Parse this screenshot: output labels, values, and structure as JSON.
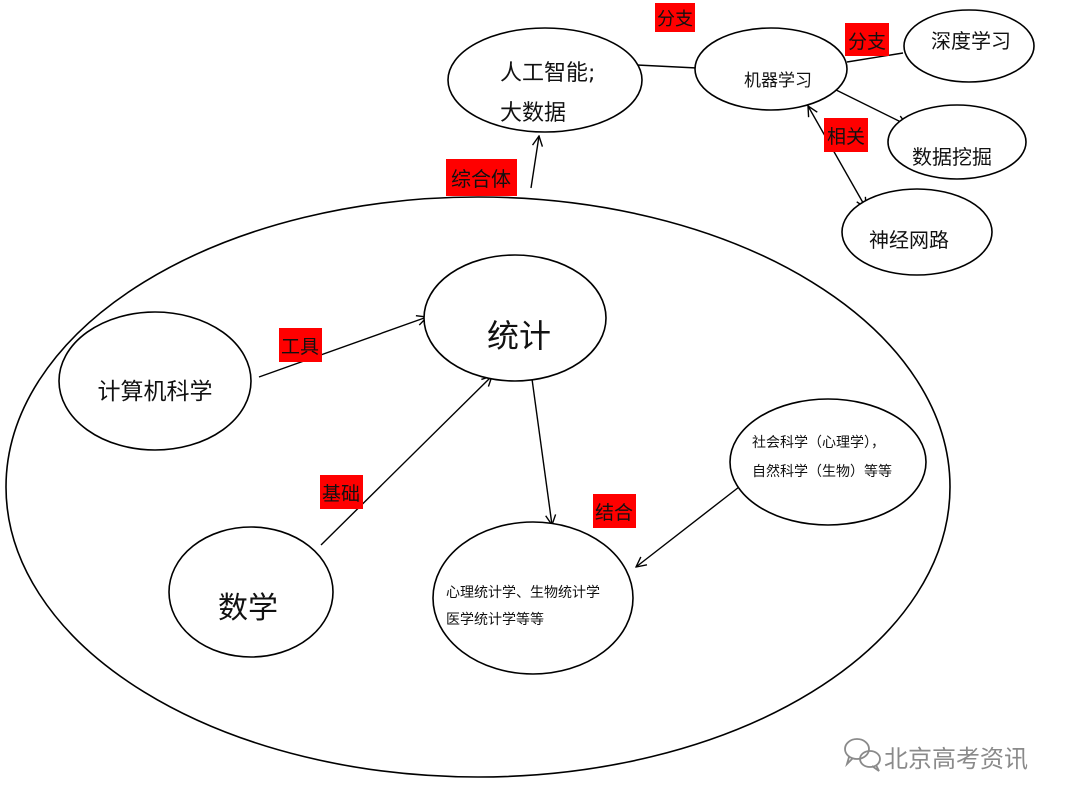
{
  "nodes": {
    "ai_bigdata": {
      "line1": "人工智能;",
      "line2": "大数据"
    },
    "machine_learning": {
      "label": "机器学习"
    },
    "deep_learning": {
      "label": "深度学习"
    },
    "data_mining": {
      "label": "数据挖掘"
    },
    "neural_network": {
      "label": "神经网路"
    },
    "statistics": {
      "label": "统计"
    },
    "computer_science": {
      "label": "计算机科学"
    },
    "mathematics": {
      "label": "数学"
    },
    "social_science": {
      "line1": "社会科学（心理学），",
      "line2": "自然科学（生物）等等"
    },
    "applied_stats": {
      "line1": "心理统计学、生物统计学",
      "line2": "医学统计学等等"
    }
  },
  "tags": {
    "branch_top": "分支",
    "branch_right": "分支",
    "related": "相关",
    "synthesis": "综合体",
    "tool": "工具",
    "foundation": "基础",
    "combine": "结合"
  },
  "watermark": {
    "text": "北京高考资讯"
  },
  "colors": {
    "tag_fill": "#ff0000",
    "stroke": "#000000",
    "watermark": "#8a8a8a"
  }
}
